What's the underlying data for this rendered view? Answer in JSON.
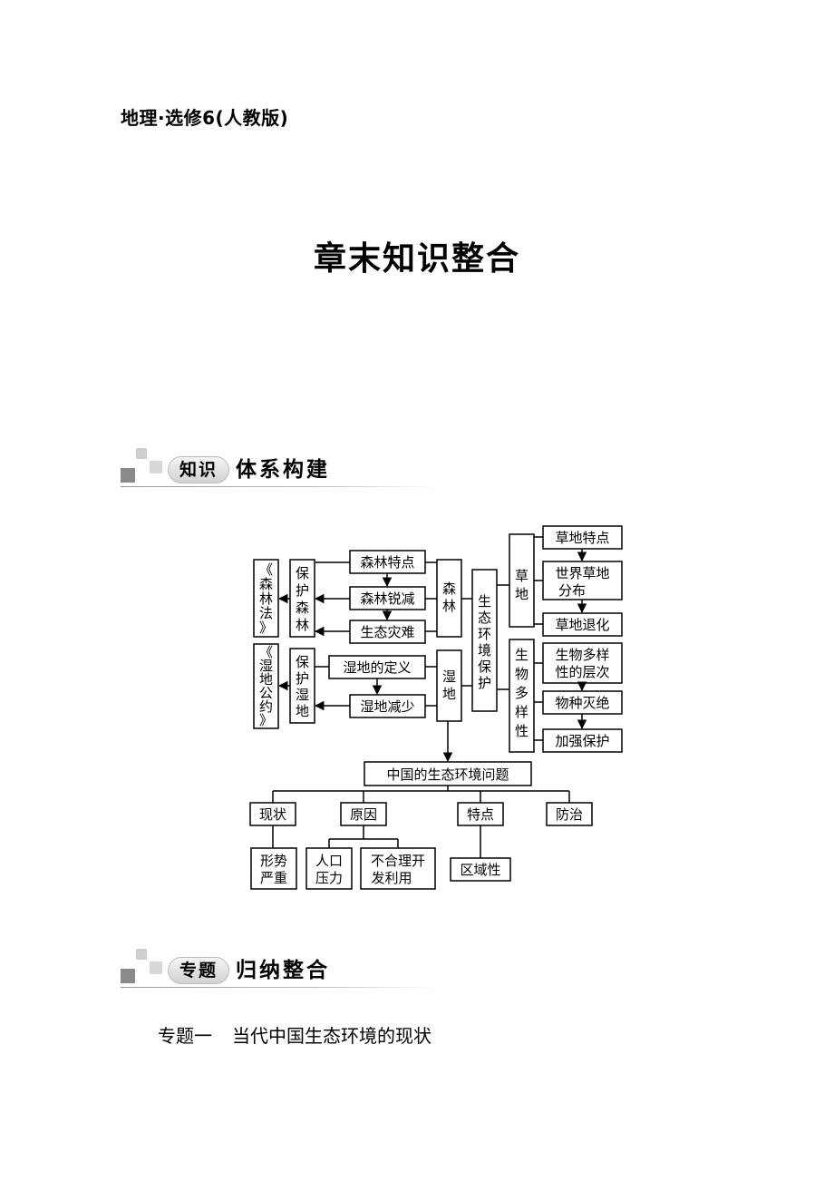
{
  "header": {
    "book": "地理·选修6(人教版)"
  },
  "title": "章末知识整合",
  "banners": {
    "knowledge": {
      "tag": "知识",
      "text": "体系构建"
    },
    "topics": {
      "tag": "专题",
      "text": "归纳整合"
    }
  },
  "diagram": {
    "forest_law": [
      "《",
      "森",
      "林",
      "法",
      "》"
    ],
    "wetland_convention": [
      "《",
      "湿",
      "地",
      "公",
      "约",
      "》"
    ],
    "protect_forest": [
      "保",
      "护",
      "森",
      "林"
    ],
    "protect_wetland": [
      "保",
      "护",
      "湿",
      "地"
    ],
    "forest_features": "森林特点",
    "forest_decline": "森林锐减",
    "eco_disaster": "生态灾难",
    "forest": [
      "森",
      "林"
    ],
    "wetland_def": "湿地的定义",
    "wetland_decrease": "湿地减少",
    "wetland": [
      "湿",
      "地"
    ],
    "eco_protection": [
      "生",
      "态",
      "环",
      "境",
      "保",
      "护"
    ],
    "grassland": [
      "草",
      "地"
    ],
    "biodiversity": [
      "生",
      "物",
      "多",
      "样",
      "性"
    ],
    "grassland_features": "草地特点",
    "grassland_dist": [
      "世界草地",
      "分布"
    ],
    "grassland_degrade": "草地退化",
    "biodiv_levels": [
      "生物多样",
      "性的层次"
    ],
    "extinction": "物种灭绝",
    "strengthen": "加强保护",
    "china_issue": "中国的生态环境问题",
    "status": "现状",
    "causes": "原因",
    "features": "特点",
    "control": "防治",
    "severe": [
      "形势",
      "严重"
    ],
    "population": [
      "人口",
      "压力"
    ],
    "irrational": [
      "不合理开",
      "发利用"
    ],
    "regional": "区域性"
  },
  "section": {
    "label": "专题一",
    "text": "当代中国生态环境的现状"
  }
}
